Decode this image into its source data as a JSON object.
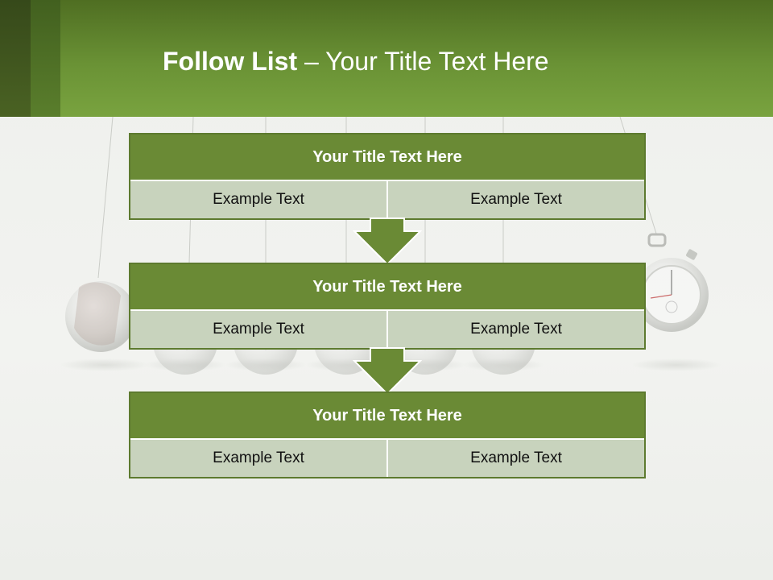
{
  "slide": {
    "title_bold": "Follow List",
    "title_rest": " – Your Title Text Here"
  },
  "blocks": [
    {
      "title": "Your Title Text Here",
      "left_text": "Example Text",
      "right_text": "Example Text"
    },
    {
      "title": "Your Title Text Here",
      "left_text": "Example Text",
      "right_text": "Example Text"
    },
    {
      "title": "Your Title Text Here",
      "left_text": "Example Text",
      "right_text": "Example Text"
    }
  ],
  "colors": {
    "header_green": "#6a9235",
    "block_title_green": "#6a8a35",
    "cell_fill": "#c8d3bd",
    "arrow_fill": "#6a8a35"
  },
  "icons": [
    "newtons-cradle-illustration",
    "stopwatch-illustration",
    "down-arrow-icon"
  ]
}
